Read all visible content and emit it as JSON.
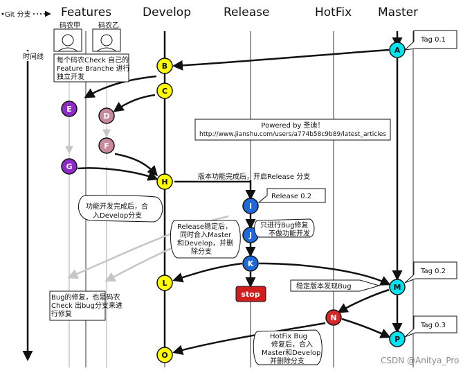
{
  "headers": {
    "gitBranch": "Git 分支",
    "features": "Features",
    "develop": "Develop",
    "release": "Release",
    "hotfix": "HotFix",
    "master": "Master"
  },
  "timeline": "时间线",
  "developers": {
    "a": "码农甲",
    "b": "码农乙"
  },
  "nodes": {
    "A": "A",
    "B": "B",
    "C": "C",
    "E": "E",
    "D": "D",
    "F": "F",
    "G": "G",
    "H": "H",
    "I": "I",
    "J": "J",
    "K": "K",
    "L": "L",
    "M": "M",
    "N": "N",
    "O": "O",
    "P": "P"
  },
  "tags": {
    "t01": "Tag 0.1",
    "t02": "Tag 0.2",
    "t03": "Tag 0.3",
    "r02": "Release 0.2"
  },
  "notes": {
    "feature1": "每个码农Check 自己的",
    "feature2": "Feature Branche 进行",
    "feature3": "独立开发",
    "powered1": "Powered by 圣迪！",
    "powered2": "http://www.jianshu.com/users/a774b58c9b89/latest_articles",
    "releaseStart": "版本功能完成后，开启Release 分支",
    "merge1": "功能开发完成后，合",
    "merge2": "入Develop分支",
    "rel1": "Release稳定后，",
    "rel2": "同时合入Master",
    "rel3": "和Develop，并删",
    "rel4": "除分支",
    "bugonly1": "只进行Bug修复",
    "bugonly2": "不做功能开发",
    "bugfix1": "Bug的修复，也是码农",
    "bugfix2": "Check 出bug分支来进",
    "bugfix3": "行修复",
    "stable": "稳定版本发现Bug",
    "hf1": "HotFix Bug",
    "hf2": "修复后，合入",
    "hf3": "Master和Develop",
    "hf4": "并删除分支",
    "stop": "stop"
  },
  "watermark": "CSDN @Anitya_Pro",
  "colors": {
    "yellow": "#ffff00",
    "cyan": "#00e5f0",
    "purple": "#8e2bc7",
    "pink": "#c98a9c",
    "blue": "#1e68d8",
    "red": "#d62828",
    "stopRed": "#d01e1e"
  }
}
